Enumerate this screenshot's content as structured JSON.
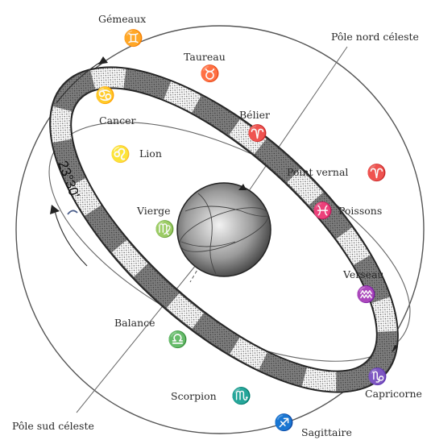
{
  "diagram": {
    "labels": {
      "gemeaux": "Gémeaux",
      "taureau": "Taureau",
      "belier": "Bélier",
      "cancer": "Cancer",
      "lion": "Lion",
      "vierge": "Vierge",
      "point_vernal": "Point vernal",
      "poissons": "Poissons",
      "verseau": "Verseau",
      "balance": "Balance",
      "scorpion": "Scorpion",
      "capricorne": "Capricorne",
      "sagittaire": "Sagittaire",
      "pole_nord": "Pôle nord céleste",
      "pole_sud": "Pôle sud céleste",
      "angle": "23°30'"
    },
    "symbols": {
      "gemeaux": "♊",
      "taureau": "♉",
      "belier": "♈",
      "cancer": "♋",
      "lion": "♌",
      "vierge": "♍",
      "point_vernal": "♈",
      "poissons": "♓",
      "verseau": "♒",
      "balance": "♎",
      "scorpion": "♏",
      "capricorne": "♑",
      "sagittaire": "♐"
    }
  }
}
